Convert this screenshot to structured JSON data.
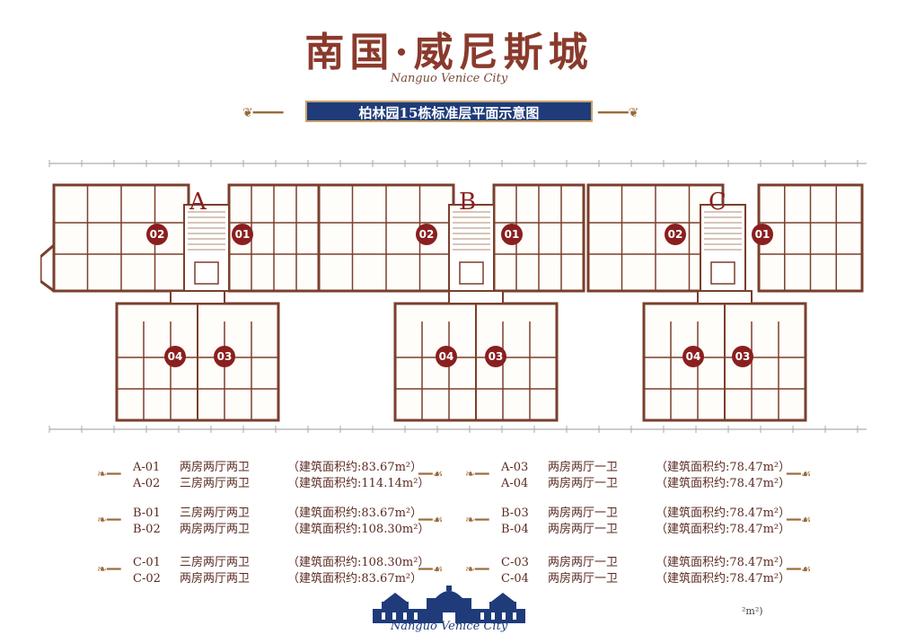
{
  "brand": {
    "title": "南国·威尼斯城",
    "subtitle": "Nanguo Venice City"
  },
  "banner": {
    "title": "柏林园15栋标准层平面示意图"
  },
  "plan": {
    "blocks": [
      "A",
      "B",
      "C"
    ],
    "top_tags": [
      "02",
      "01",
      "02",
      "01",
      "02",
      "01"
    ],
    "bottom_tags": [
      "04",
      "03",
      "04",
      "03",
      "04",
      "03"
    ],
    "line_color": "#7a3f2c"
  },
  "legend": {
    "left": [
      [
        {
          "code": "A-01",
          "type": "两房两厅两卫",
          "area": "（建筑面积约:83.67m²）"
        },
        {
          "code": "A-02",
          "type": "三房两厅两卫",
          "area": "（建筑面积约:114.14m²）"
        }
      ],
      [
        {
          "code": "B-01",
          "type": "三房两厅两卫",
          "area": "（建筑面积约:83.67m²）"
        },
        {
          "code": "B-02",
          "type": "两房两厅两卫",
          "area": "（建筑面积约:108.30m²）"
        }
      ],
      [
        {
          "code": "C-01",
          "type": "三房两厅两卫",
          "area": "（建筑面积约:108.30m²）"
        },
        {
          "code": "C-02",
          "type": "两房两厅两卫",
          "area": "（建筑面积约:83.67m²）"
        }
      ]
    ],
    "right": [
      [
        {
          "code": "A-03",
          "type": "两房两厅一卫",
          "area": "（建筑面积约:78.47m²）"
        },
        {
          "code": "A-04",
          "type": "两房两厅一卫",
          "area": "（建筑面积约:78.47m²）"
        }
      ],
      [
        {
          "code": "B-03",
          "type": "两房两厅一卫",
          "area": "（建筑面积约:78.47m²）"
        },
        {
          "code": "B-04",
          "type": "两房两厅一卫",
          "area": "（建筑面积约:78.47m²）"
        }
      ],
      [
        {
          "code": "C-03",
          "type": "两房两厅一卫",
          "area": "（建筑面积约:78.47m²）"
        },
        {
          "code": "C-04",
          "type": "两房两厅一卫",
          "area": "（建筑面积约:78.47m²）"
        }
      ]
    ]
  },
  "footer": {
    "logo_text": "Nanguo Venice City",
    "stray_text": "²m²)"
  },
  "colors": {
    "brand": "#8a3a2c",
    "banner_bg": "#1f3b7a",
    "tag": "#8a1f1f"
  }
}
